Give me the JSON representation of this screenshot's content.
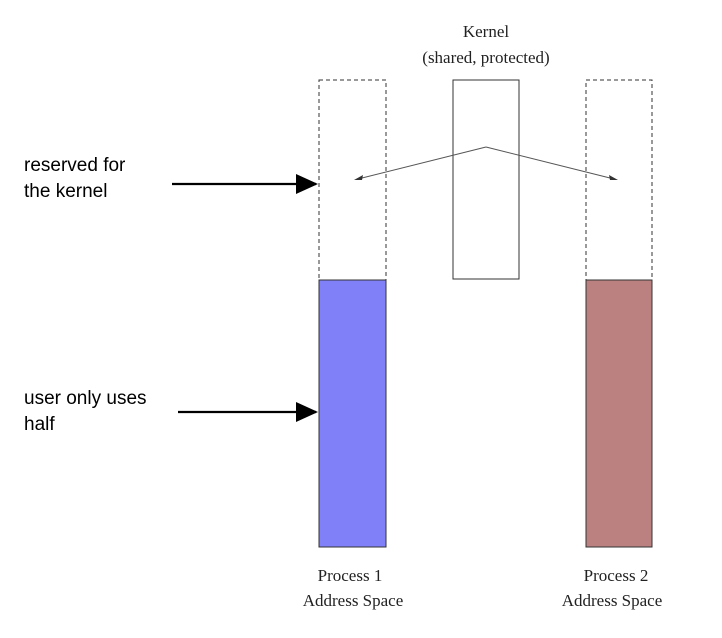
{
  "kernel": {
    "title": "Kernel",
    "subtitle": "(shared, protected)"
  },
  "annotations": {
    "reserved": [
      "reserved for",
      "the kernel"
    ],
    "user_half": [
      "user only uses",
      "half"
    ]
  },
  "process1": {
    "line1": "Process 1",
    "line2": "Address Space",
    "color": "#8080f8"
  },
  "process2": {
    "line1": "Process 2",
    "line2": "Address Space",
    "color": "#bb8080"
  }
}
